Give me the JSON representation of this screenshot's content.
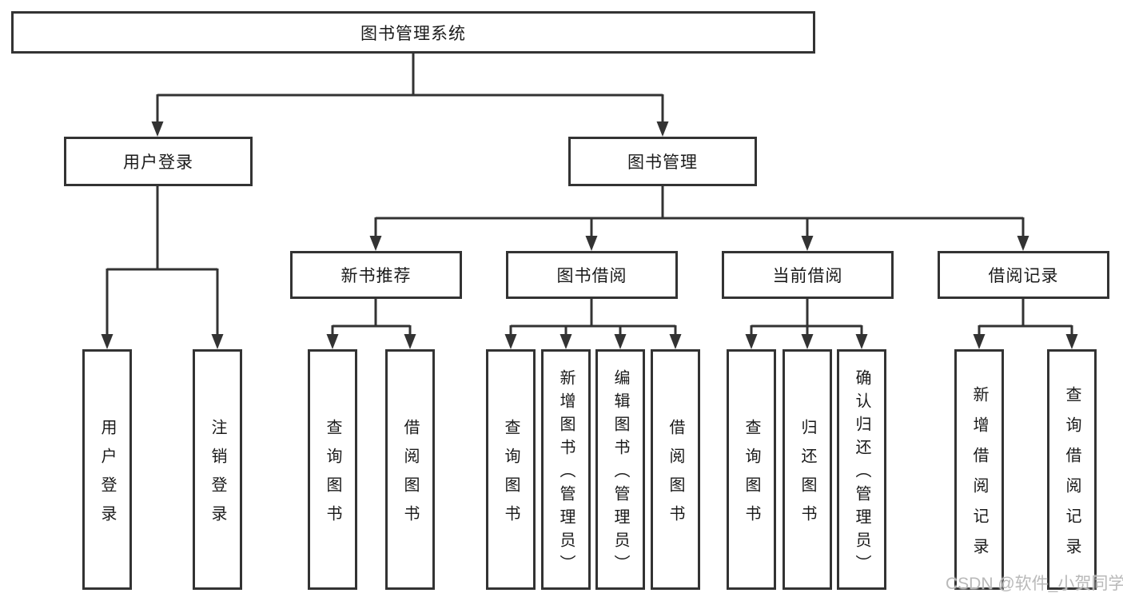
{
  "diagram": {
    "root": {
      "label": "图书管理系统"
    },
    "level2": [
      {
        "label": "用户登录",
        "leaves": [
          {
            "label": "用户登录"
          },
          {
            "label": "注销登录"
          }
        ]
      },
      {
        "label": "图书管理"
      }
    ],
    "level3": [
      {
        "label": "新书推荐",
        "leaves": [
          {
            "label": "查询图书"
          },
          {
            "label": "借阅图书"
          }
        ]
      },
      {
        "label": "图书借阅",
        "leaves": [
          {
            "label": "查询图书"
          },
          {
            "label": "新增图书（管理员）"
          },
          {
            "label": "编辑图书（管理员）"
          },
          {
            "label": "借阅图书"
          }
        ]
      },
      {
        "label": "当前借阅",
        "leaves": [
          {
            "label": "查询图书"
          },
          {
            "label": "归还图书"
          },
          {
            "label": "确认归还（管理员）"
          }
        ]
      },
      {
        "label": "借阅记录",
        "leaves": [
          {
            "label": "新增借阅记录"
          },
          {
            "label": "查询借阅记录"
          }
        ]
      }
    ]
  },
  "watermark": {
    "text": "CSDN @软件_小贺同学"
  },
  "colors": {
    "line": "#333333",
    "box_border": "#333333",
    "text": "#1a1a1a",
    "watermark": "#b9b9b9",
    "background": "#ffffff"
  }
}
